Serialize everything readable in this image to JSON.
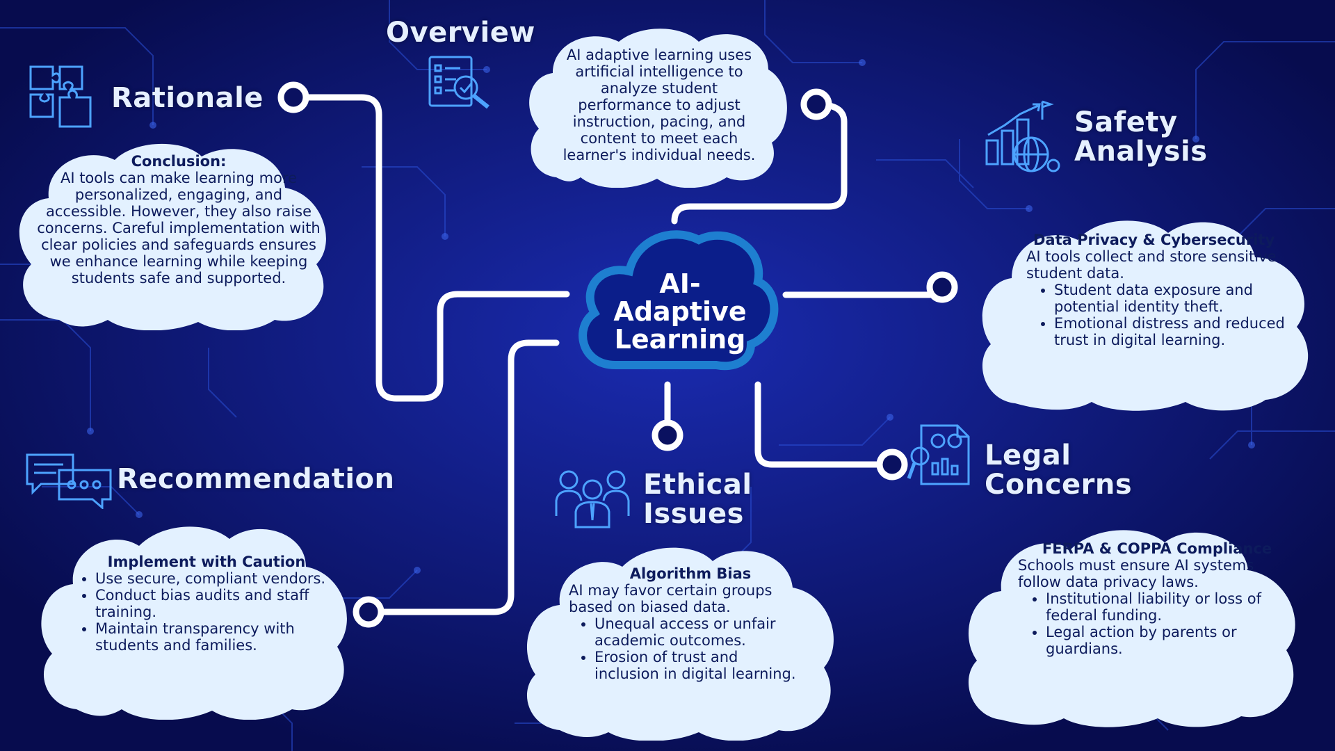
{
  "center": {
    "line1": "AI-",
    "line2": "Adaptive",
    "line3": "Learning"
  },
  "overview": {
    "title": "Overview",
    "text": "AI adaptive learning uses artificial intelligence to analyze student performance to adjust instruction, pacing, and content to meet each learner's individual needs."
  },
  "rationale": {
    "title": "Rationale",
    "heading": "Conclusion:",
    "text": "AI tools can make learning more personalized, engaging, and accessible. However, they also raise concerns. Careful implementation with clear policies and safeguards ensures we enhance learning while keeping students safe and supported."
  },
  "safety": {
    "title_line1": "Safety",
    "title_line2": "Analysis",
    "heading": "Data Privacy & Cybersecurity",
    "text": "AI tools collect and store sensitive student data.",
    "bullets": [
      "Student data exposure and potential identity theft.",
      "Emotional distress and reduced trust in digital learning."
    ]
  },
  "recommendation": {
    "title": "Recommendation",
    "heading": "Implement with Caution",
    "bullets": [
      "Use secure, compliant vendors.",
      "Conduct bias audits and staff training.",
      "Maintain transparency with students and families."
    ]
  },
  "ethical": {
    "title_line1": "Ethical",
    "title_line2": "Issues",
    "heading": "Algorithm Bias",
    "text": "AI may favor certain groups based on biased data.",
    "bullets": [
      "Unequal access or unfair academic outcomes.",
      "Erosion of trust and inclusion in digital learning."
    ]
  },
  "legal": {
    "title_line1": "Legal",
    "title_line2": "Concerns",
    "heading": "FERPA & COPPA Compliance",
    "text": "Schools must ensure AI systems follow data privacy laws.",
    "bullets": [
      "Institutional liability or loss of federal funding.",
      "Legal action by parents or guardians."
    ]
  },
  "colors": {
    "background": "#0a1160",
    "cloud_fill": "#e3f1ff",
    "center_cloud": "#1e7fd0",
    "wire": "#ffffff",
    "title": "#e6f0ff"
  }
}
